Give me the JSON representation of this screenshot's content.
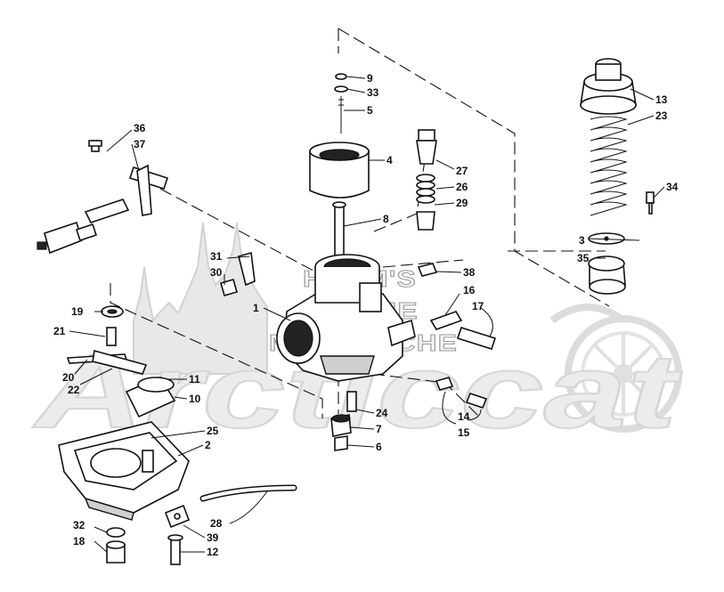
{
  "watermark": {
    "line1": "HESM'S",
    "line2": "ONLINE",
    "line3": "MICROFICHE",
    "brand": "Arcticcat"
  },
  "callouts": [
    {
      "id": "c1",
      "label": "1"
    },
    {
      "id": "c2",
      "label": "2"
    },
    {
      "id": "c3",
      "label": "3"
    },
    {
      "id": "c4",
      "label": "4"
    },
    {
      "id": "c5",
      "label": "5"
    },
    {
      "id": "c6",
      "label": "6"
    },
    {
      "id": "c7",
      "label": "7"
    },
    {
      "id": "c8",
      "label": "8"
    },
    {
      "id": "c9",
      "label": "9"
    },
    {
      "id": "c10",
      "label": "10"
    },
    {
      "id": "c11",
      "label": "11"
    },
    {
      "id": "c12",
      "label": "12"
    },
    {
      "id": "c13",
      "label": "13"
    },
    {
      "id": "c14",
      "label": "14"
    },
    {
      "id": "c15",
      "label": "15"
    },
    {
      "id": "c16",
      "label": "16"
    },
    {
      "id": "c17",
      "label": "17"
    },
    {
      "id": "c18",
      "label": "18"
    },
    {
      "id": "c19",
      "label": "19"
    },
    {
      "id": "c20",
      "label": "20"
    },
    {
      "id": "c21",
      "label": "21"
    },
    {
      "id": "c22",
      "label": "22"
    },
    {
      "id": "c23",
      "label": "23"
    },
    {
      "id": "c24",
      "label": "24"
    },
    {
      "id": "c25",
      "label": "25"
    },
    {
      "id": "c26",
      "label": "26"
    },
    {
      "id": "c27",
      "label": "27"
    },
    {
      "id": "c28",
      "label": "28"
    },
    {
      "id": "c29",
      "label": "29"
    },
    {
      "id": "c30",
      "label": "30"
    },
    {
      "id": "c31",
      "label": "31"
    },
    {
      "id": "c32",
      "label": "32"
    },
    {
      "id": "c33",
      "label": "33"
    },
    {
      "id": "c34",
      "label": "34"
    },
    {
      "id": "c35",
      "label": "35"
    },
    {
      "id": "c36",
      "label": "36"
    },
    {
      "id": "c37",
      "label": "37"
    },
    {
      "id": "c38",
      "label": "38"
    },
    {
      "id": "c39",
      "label": "39"
    }
  ]
}
